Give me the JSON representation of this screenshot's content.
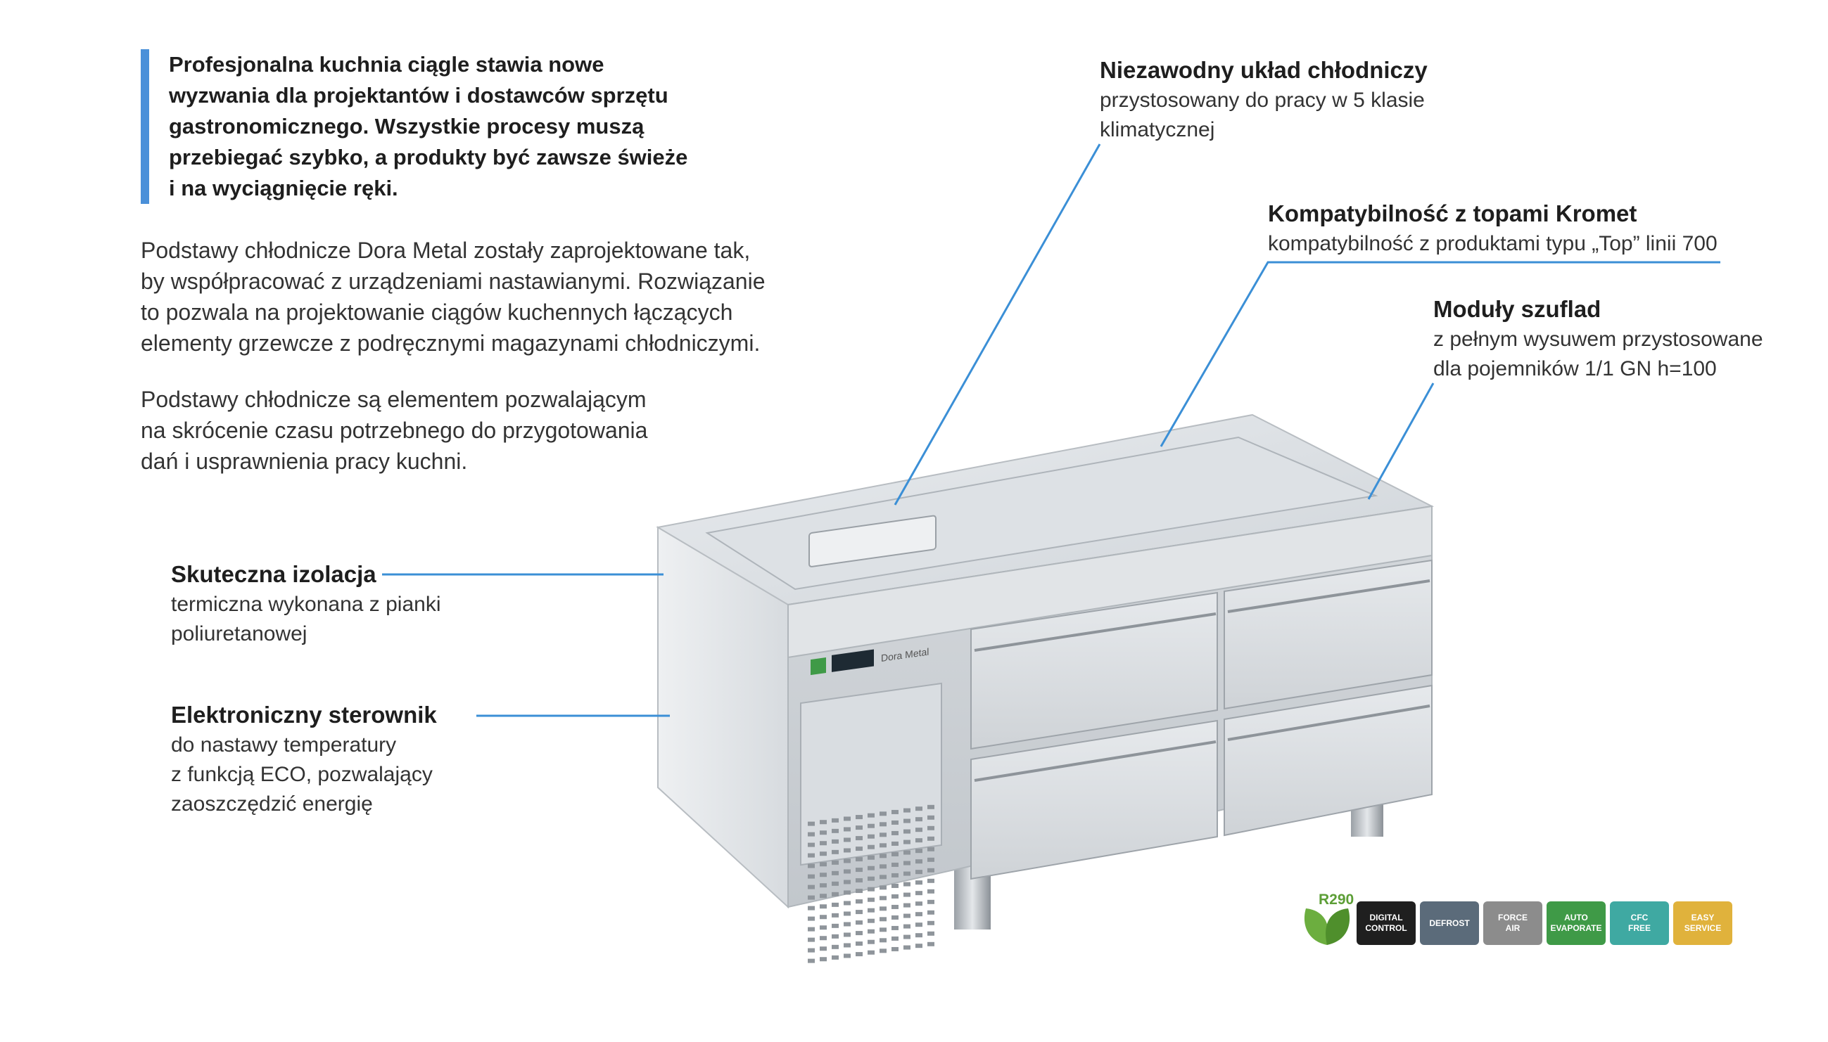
{
  "intro": {
    "lines": [
      "Profesjonalna kuchnia ciągle stawia nowe",
      "wyzwania dla projektantów i dostawców sprzętu",
      "gastronomicznego. Wszystkie procesy muszą",
      "przebiegać szybko, a produkty być zawsze świeże",
      "i na wyciągnięcie ręki."
    ]
  },
  "body": {
    "para1": [
      "Podstawy chłodnicze Dora Metal zostały zaprojektowane tak,",
      "by współpracować z urządzeniami nastawianymi. Rozwiązanie",
      "to pozwala na projektowanie ciągów kuchennych łączących",
      "elementy grzewcze z podręcznymi magazynami chłodniczymi."
    ],
    "para2": [
      "Podstawy chłodnicze są elementem pozwalającym",
      "na skrócenie czasu potrzebnego do przygotowania",
      "dań i usprawnienia pracy kuchni."
    ]
  },
  "features": {
    "cooling": {
      "title": "Niezawodny układ chłodniczy",
      "lines": [
        "przystosowany do pracy w 5 klasie",
        "klimatycznej"
      ]
    },
    "compat": {
      "title": "Kompatybilność z topami Kromet",
      "lines": [
        "kompatybilność z produktami typu „Top” linii 700"
      ]
    },
    "drawers": {
      "title": "Moduły szuflad",
      "lines": [
        "z pełnym wysuwem przystosowane",
        "dla pojemników 1/1 GN h=100"
      ]
    },
    "insulation": {
      "title": "Skuteczna izolacja",
      "lines": [
        "termiczna wykonana z pianki",
        "poliuretanowej"
      ]
    },
    "controller": {
      "title": "Elektroniczny sterownik",
      "lines": [
        "do nastawy temperatury",
        "z funkcją ECO, pozwalający",
        "zaoszczędzić energię"
      ]
    }
  },
  "product": {
    "brand": "Dora Metal"
  },
  "badges": {
    "r290": "R290",
    "items": [
      {
        "l1": "DIGITAL",
        "l2": "CONTROL",
        "color": "#1f1f1f"
      },
      {
        "l1": "DEFROST",
        "l2": "",
        "color": "#5b6b7a"
      },
      {
        "l1": "FORCE",
        "l2": "AIR",
        "color": "#8c8c8c"
      },
      {
        "l1": "AUTO",
        "l2": "EVAPORATE",
        "color": "#3f9a47"
      },
      {
        "l1": "CFC",
        "l2": "FREE",
        "color": "#3fa9a2"
      },
      {
        "l1": "EASY",
        "l2": "SERVICE",
        "color": "#e0b23c"
      }
    ]
  },
  "colors": {
    "accent": "#4a90d9",
    "callout": "#3b8fd6"
  }
}
